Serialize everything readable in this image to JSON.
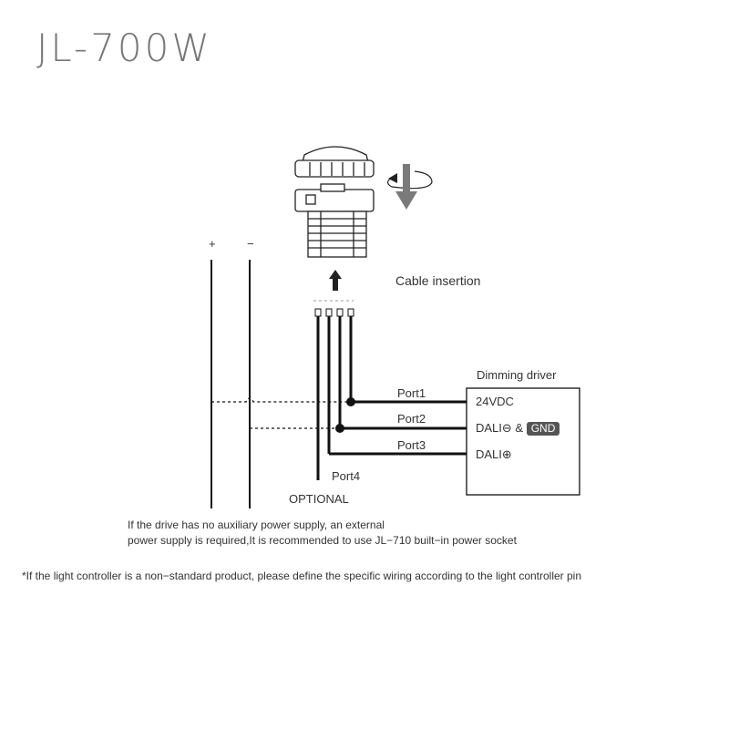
{
  "title": "JL-700W",
  "diagram": {
    "polarity_plus": "+",
    "polarity_minus": "−",
    "cable_insertion": "Cable insertion",
    "dimming_driver": "Dimming driver",
    "ports": [
      "Port1",
      "Port2",
      "Port3",
      "Port4"
    ],
    "driver_terminals": {
      "t1": "24VDC",
      "t2_prefix": "DALI⊖ &",
      "t2_badge": "GND",
      "t3": "DALI⊕"
    },
    "optional": "OPTIONAL",
    "note_line1": "If the drive has no auxiliary power supply, an external",
    "note_line2": "power supply is required,It is recommended to use JL−710 built−in power socket",
    "footnote": "*If the light controller is a non−standard product, please define the specific wiring according to the light controller pin"
  },
  "colors": {
    "line": "#111111",
    "arrow_gray": "#7a7a7a",
    "badge": "#555555"
  }
}
